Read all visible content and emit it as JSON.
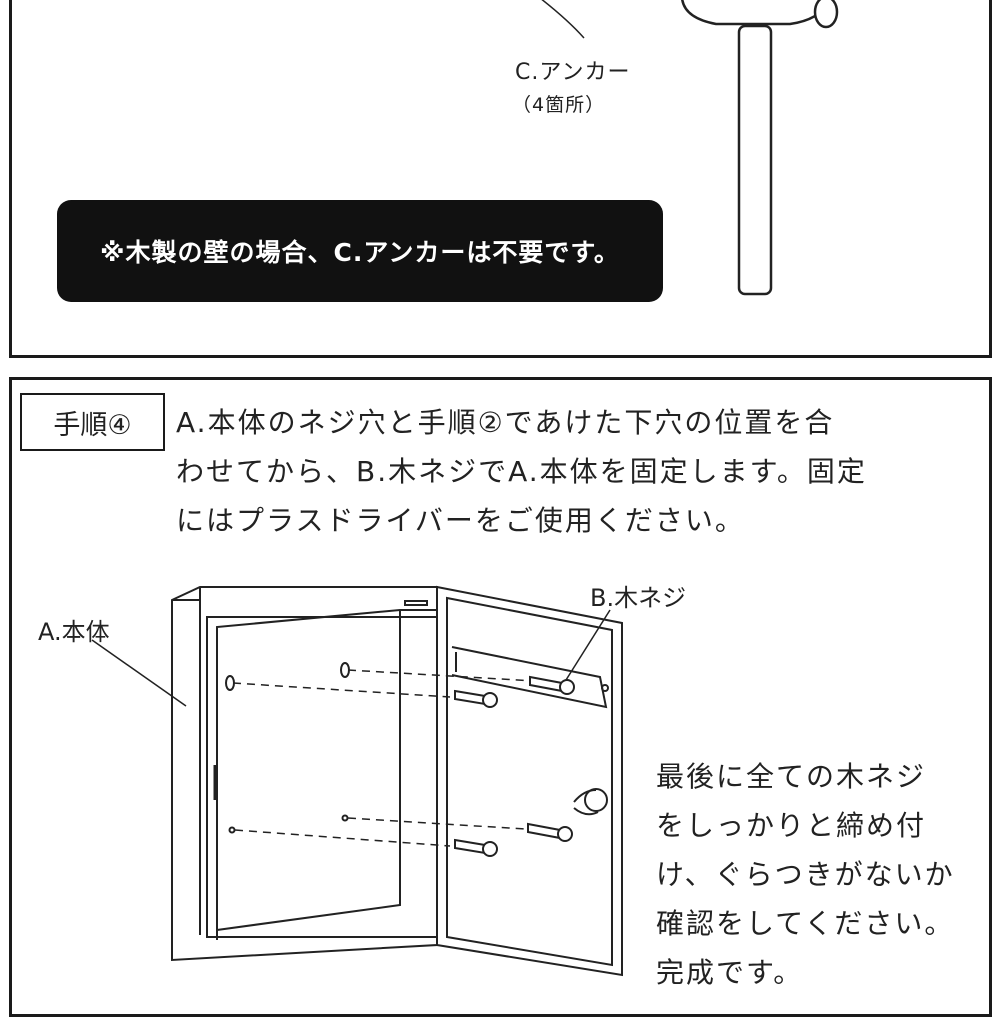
{
  "top_panel": {
    "anchor_label": "C.アンカー",
    "anchor_count": "（4箇所）",
    "note": "※木製の壁の場合、C.アンカーは不要です。"
  },
  "step4": {
    "tab": "手順④",
    "instruction_lines": [
      "A.本体のネジ穴と手順②であけた下穴の位置を合",
      "わせてから、B.木ネジでA.本体を固定します。固定",
      "にはプラスドライバーをご使用ください。"
    ],
    "label_body": "A.本体",
    "label_screw": "B.木ネジ",
    "final_lines": [
      "最後に全ての木ネジ",
      "をしっかりと締め付",
      "け、ぐらつきがないか",
      "確認をしてください。",
      "完成です。"
    ]
  }
}
